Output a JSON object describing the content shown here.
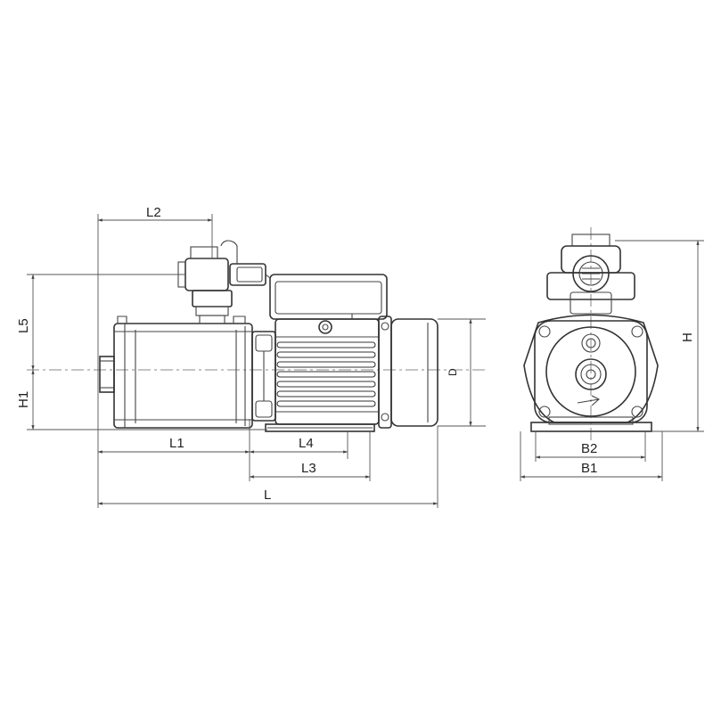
{
  "side_view": {
    "dimensions": {
      "l": "L",
      "l1": "L1",
      "l2": "L2",
      "l3": "L3",
      "l4": "L4",
      "l5": "L5",
      "h1": "H1",
      "d": "D"
    }
  },
  "end_view": {
    "dimensions": {
      "h": "H",
      "b1": "B1",
      "b2": "B2"
    }
  }
}
